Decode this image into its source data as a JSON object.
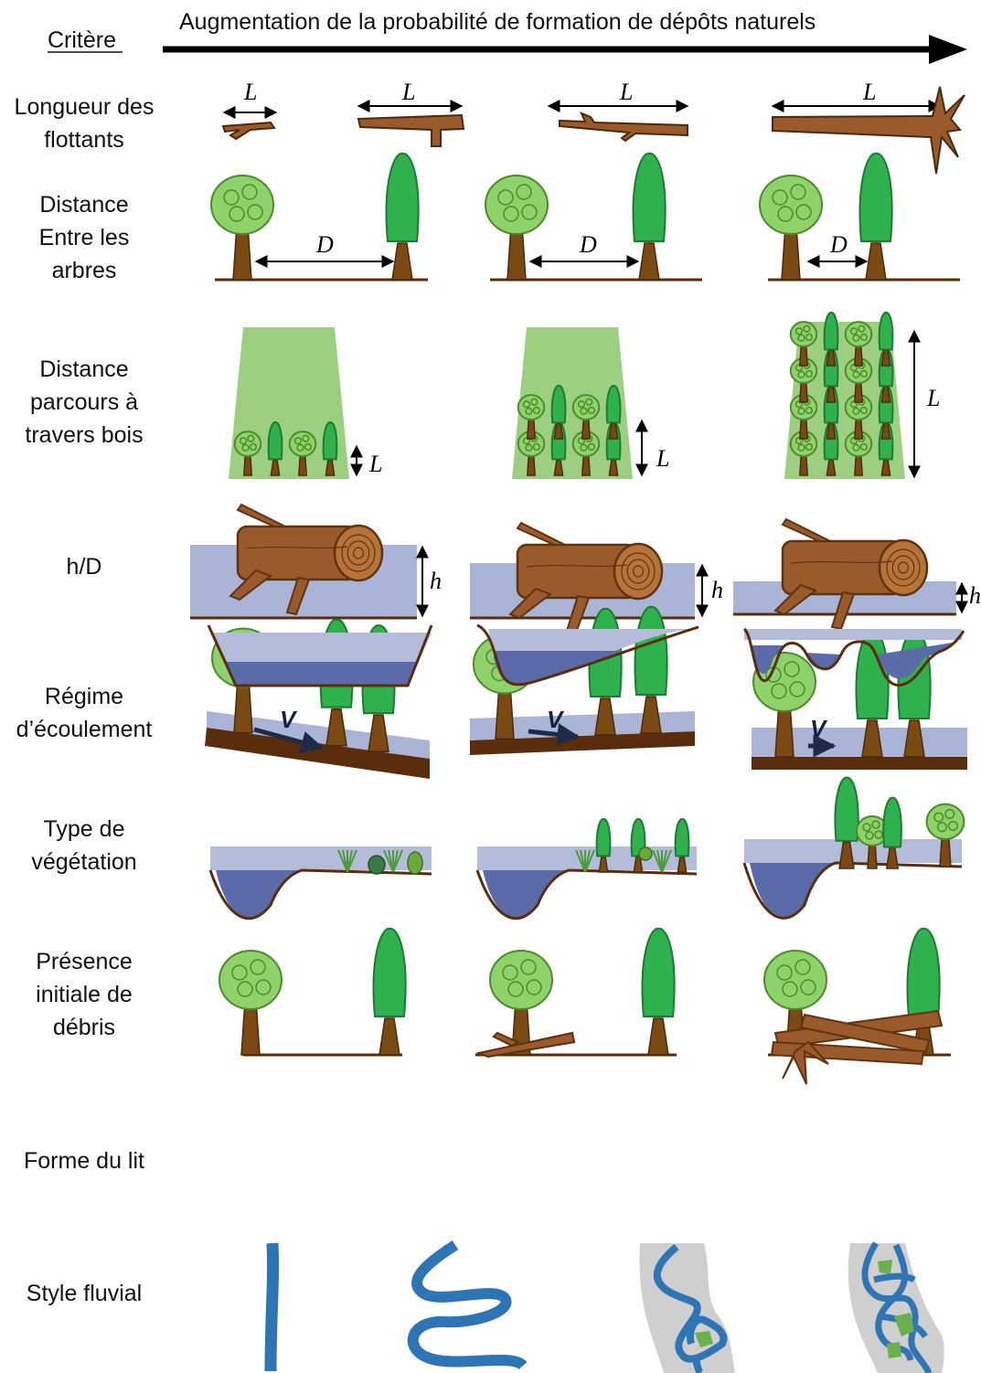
{
  "header": {
    "criteria_label": "Critère",
    "arrow_label": "Augmentation de la probabilité de formation de dépôts naturels"
  },
  "rows": [
    {
      "label_lines": [
        "Longueur des",
        "flottants"
      ],
      "symbol": "L"
    },
    {
      "label_lines": [
        "Distance",
        "Entre les",
        "arbres"
      ],
      "symbol": "D"
    },
    {
      "label_lines": [
        "Distance",
        "parcours à",
        "travers bois"
      ],
      "symbol": "L"
    },
    {
      "label_lines": [
        "h/D"
      ],
      "symbol": "h"
    },
    {
      "label_lines": [
        "Régime",
        "d’écoulement"
      ],
      "symbol": "V"
    },
    {
      "label_lines": [
        "Type de",
        "végétation"
      ]
    },
    {
      "label_lines": [
        "Présence",
        "initiale de",
        "débris"
      ]
    },
    {
      "label_lines": [
        "Forme du lit"
      ]
    },
    {
      "label_lines": [
        "Style fluvial"
      ]
    }
  ],
  "colors": {
    "wood": "#9b5a2b",
    "wood_dark": "#5e3410",
    "trunk": "#7a4a12",
    "ground": "#5a2d0c",
    "round_tree": "#8ed36a",
    "poplar": "#2fb24d",
    "forest_zone": "#9ccf80",
    "water_light": "#aab4d6",
    "water_dark": "#5b6aa8",
    "river": "#2e75b6",
    "floodplain": "#cfcfcf",
    "island": "#6ab04c",
    "arrow": "#000000"
  }
}
